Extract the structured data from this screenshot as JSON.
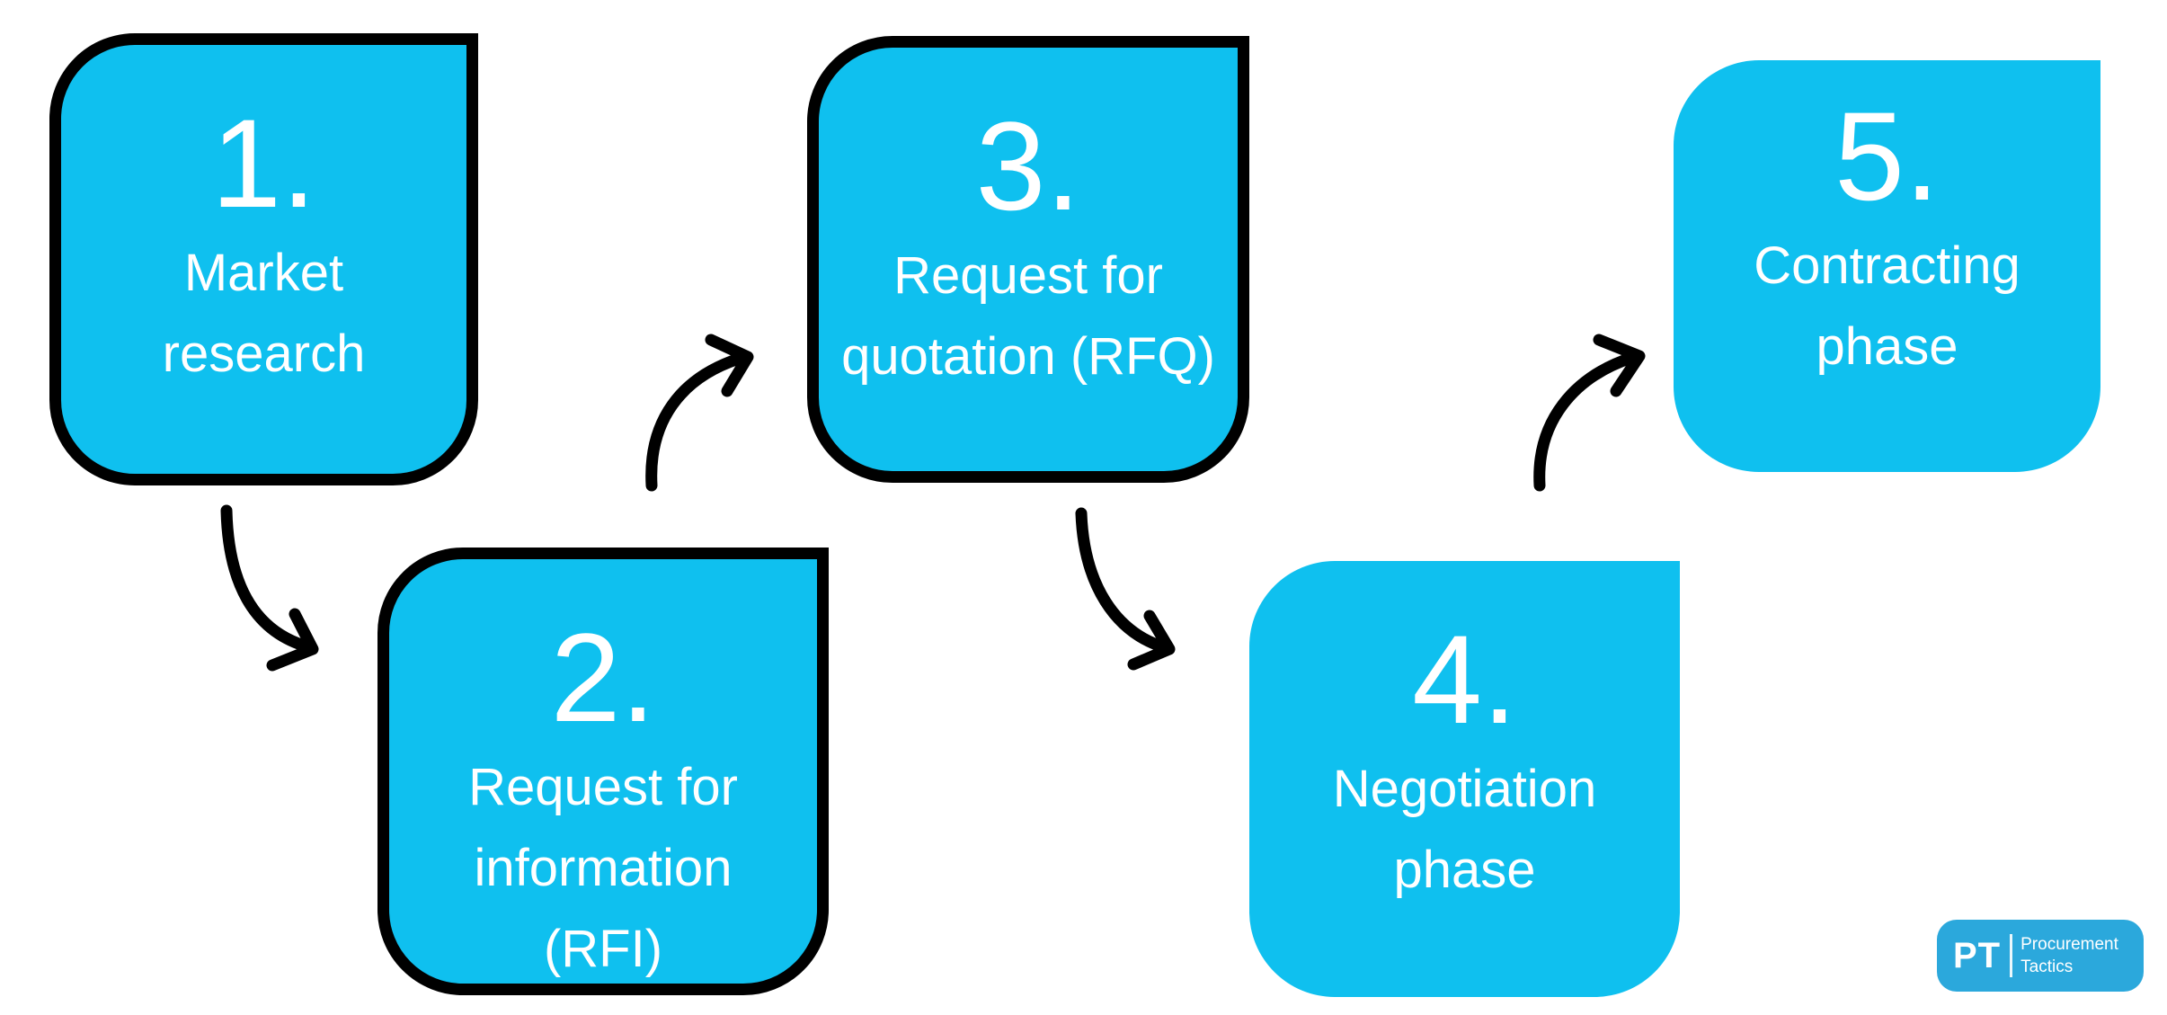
{
  "diagram": {
    "title_implicit": "Procurement process steps",
    "background_color": "#ffffff",
    "box_fill_color": "#0fc0ef",
    "box_border_color": "#000000",
    "arrow_color": "#000000",
    "text_color": "#ffffff"
  },
  "steps": [
    {
      "number": "1.",
      "lines": [
        "Market",
        "research"
      ],
      "outlined": true
    },
    {
      "number": "2.",
      "lines": [
        "Request for",
        "information",
        "(RFI)"
      ],
      "outlined": true
    },
    {
      "number": "3.",
      "lines": [
        "Request for",
        "quotation (RFQ)"
      ],
      "outlined": true
    },
    {
      "number": "4.",
      "lines": [
        "Negotiation",
        "phase"
      ],
      "outlined": false
    },
    {
      "number": "5.",
      "lines": [
        "Contracting",
        "phase"
      ],
      "outlined": false
    }
  ],
  "logo": {
    "abbr": "PT",
    "line1": "Procurement",
    "line2": "Tactics",
    "bg_color": "#2ba8dc"
  }
}
